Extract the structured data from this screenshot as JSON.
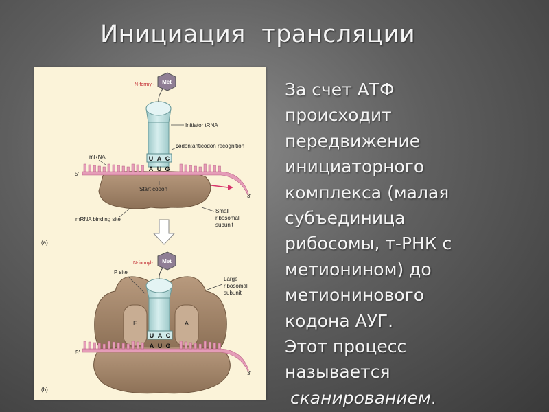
{
  "slide": {
    "title": "Инициация  трансляции"
  },
  "body": {
    "lines": [
      "За счет АТФ",
      "происходит",
      "передвижение",
      "инициаторного",
      "комплекса (малая",
      "субъединица",
      "рибосомы, т-РНК с",
      "метионином)  до",
      "метионинового",
      "кодона АУГ.",
      "Этот процесс",
      "называется"
    ],
    "last_line_italic": "сканированием",
    "last_line_tail": "."
  },
  "figure": {
    "panel_a": {
      "label": "(a)",
      "n_formyl": "N-formyl-",
      "met": "Met",
      "initiator_trna": "Initiator tRNA",
      "codon_recognition": "codon:anticodon recognition",
      "mrna": "mRNA",
      "five_prime": "5′",
      "three_prime": "3′",
      "anticodon": [
        "U",
        "A",
        "C"
      ],
      "codon": [
        "A",
        "U",
        "G"
      ],
      "start_codon": "Start codon",
      "small_subunit": [
        "Small",
        "ribosomal",
        "subunit"
      ],
      "mrna_binding_site": "mRNA binding site"
    },
    "panel_b": {
      "label": "(b)",
      "n_formyl": "N-formyl-",
      "met": "Met",
      "p_site": "P site",
      "large_subunit": [
        "Large",
        "ribosomal",
        "subunit"
      ],
      "e_site": "E",
      "a_site": "A",
      "five_prime": "5′",
      "three_prime": "3′",
      "anticodon": [
        "U",
        "A",
        "C"
      ],
      "codon": [
        "A",
        "U",
        "G"
      ]
    }
  },
  "colors": {
    "panel_bg": "#fbf3d9",
    "ribosome": "#a78a6e",
    "ribosome_dark": "#8a6e55",
    "trna": "#bfe0e0",
    "mrna": "#e59cb8",
    "met": "#8f7e95",
    "label_red": "#c0262e",
    "arrow": "#d8336b"
  }
}
